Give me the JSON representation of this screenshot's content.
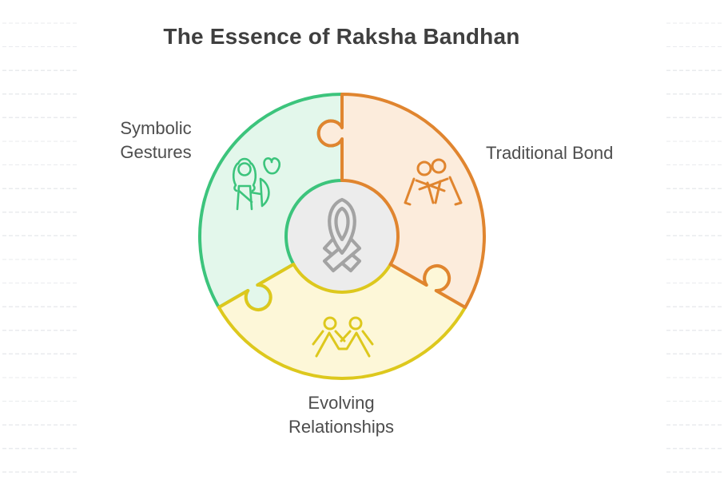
{
  "title": "The Essence of Raksha Bandhan",
  "diagram": {
    "type": "puzzle-wheel",
    "segments": [
      {
        "id": "symbolic-gestures",
        "label": "Symbolic Gestures",
        "stroke": "#3cc47c",
        "fill": "#e3f7eb",
        "icon": "sister-with-heart-icon",
        "position": "top-left"
      },
      {
        "id": "traditional-bond",
        "label": "Traditional Bond",
        "stroke": "#e0852f",
        "fill": "#fcecdc",
        "icon": "siblings-hug-icon",
        "position": "top-right"
      },
      {
        "id": "evolving-relationships",
        "label": "Evolving Relationships",
        "stroke": "#ddc81d",
        "fill": "#fdf7d8",
        "icon": "people-holding-hands-icon",
        "position": "bottom"
      }
    ],
    "center": {
      "icon": "awareness-ribbon-icon",
      "fill": "#ececec",
      "icon_color": "#a3a3a3"
    }
  },
  "colors": {
    "green": "#3cc47c",
    "green_fill": "#e3f7eb",
    "orange": "#e0852f",
    "orange_fill": "#fcecdc",
    "yellow": "#ddc81d",
    "yellow_fill": "#fdf7d8",
    "gray_fill": "#ececec",
    "gray_icon": "#a3a3a3",
    "text": "#4d4d4d",
    "title_text": "#3f3f3f",
    "bg_line": "#e9ebee"
  }
}
